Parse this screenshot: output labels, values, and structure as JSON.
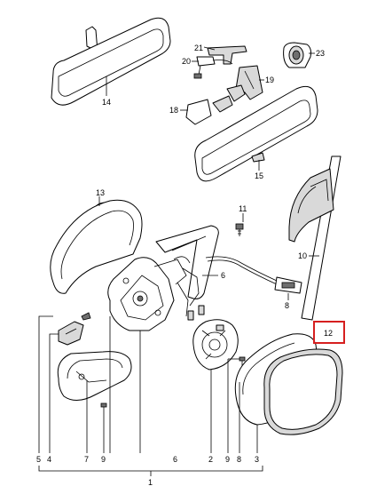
{
  "diagram": {
    "callouts": {
      "c1": "1",
      "c2": "2",
      "c3": "3",
      "c4": "4",
      "c5": "5",
      "c6_top": "6",
      "c6_bottom": "6",
      "c7": "7",
      "c8_top": "8",
      "c8_bottom": "8",
      "c9_left": "9",
      "c9_right": "9",
      "c10": "10",
      "c11": "11",
      "c12": "12",
      "c13": "13",
      "c14": "14",
      "c15": "15",
      "c18": "18",
      "c19": "19",
      "c20": "20",
      "c21": "21",
      "c23": "23"
    },
    "highlight_color": "#d61f1f"
  }
}
